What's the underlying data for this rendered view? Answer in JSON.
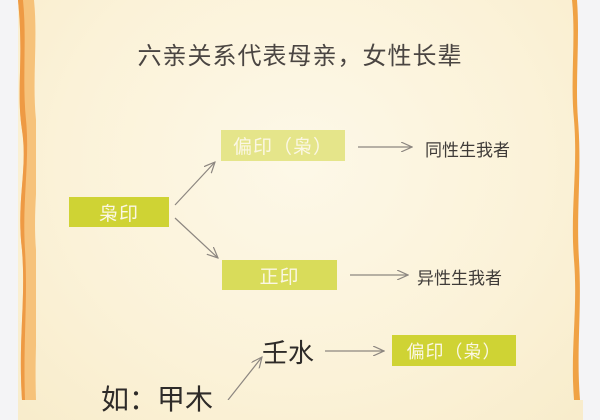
{
  "title": "六亲关系代表母亲，女性长辈",
  "diagram": {
    "root": {
      "label": "枭印"
    },
    "branches": [
      {
        "label": "偏印（枭）",
        "description": "同性生我者"
      },
      {
        "label": "正印",
        "description": "异性生我者"
      }
    ]
  },
  "example": {
    "prefix": "如：甲木",
    "target": "壬水",
    "result": "偏印（枭）"
  },
  "colors": {
    "tag_fill": "#d9dc5a",
    "tag_text": "#fbf7e4",
    "paper": "#fbf3dc",
    "edge": "#f0a244",
    "text": "#4a4542"
  }
}
